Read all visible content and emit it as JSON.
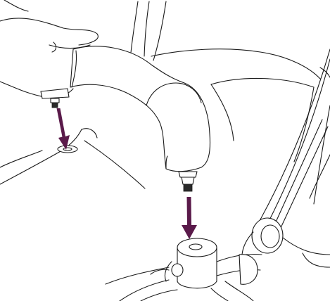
{
  "figure": {
    "kind": "assembly-instruction-illustration",
    "arrow_color": "#5a1a4a",
    "line_color": "#1a1a1a",
    "background": "#ffffff",
    "steps": [
      {
        "name": "insert-left-handle-pin",
        "icon": "down-arrow-icon"
      },
      {
        "name": "insert-right-handle-pin",
        "icon": "down-arrow-icon"
      }
    ]
  }
}
